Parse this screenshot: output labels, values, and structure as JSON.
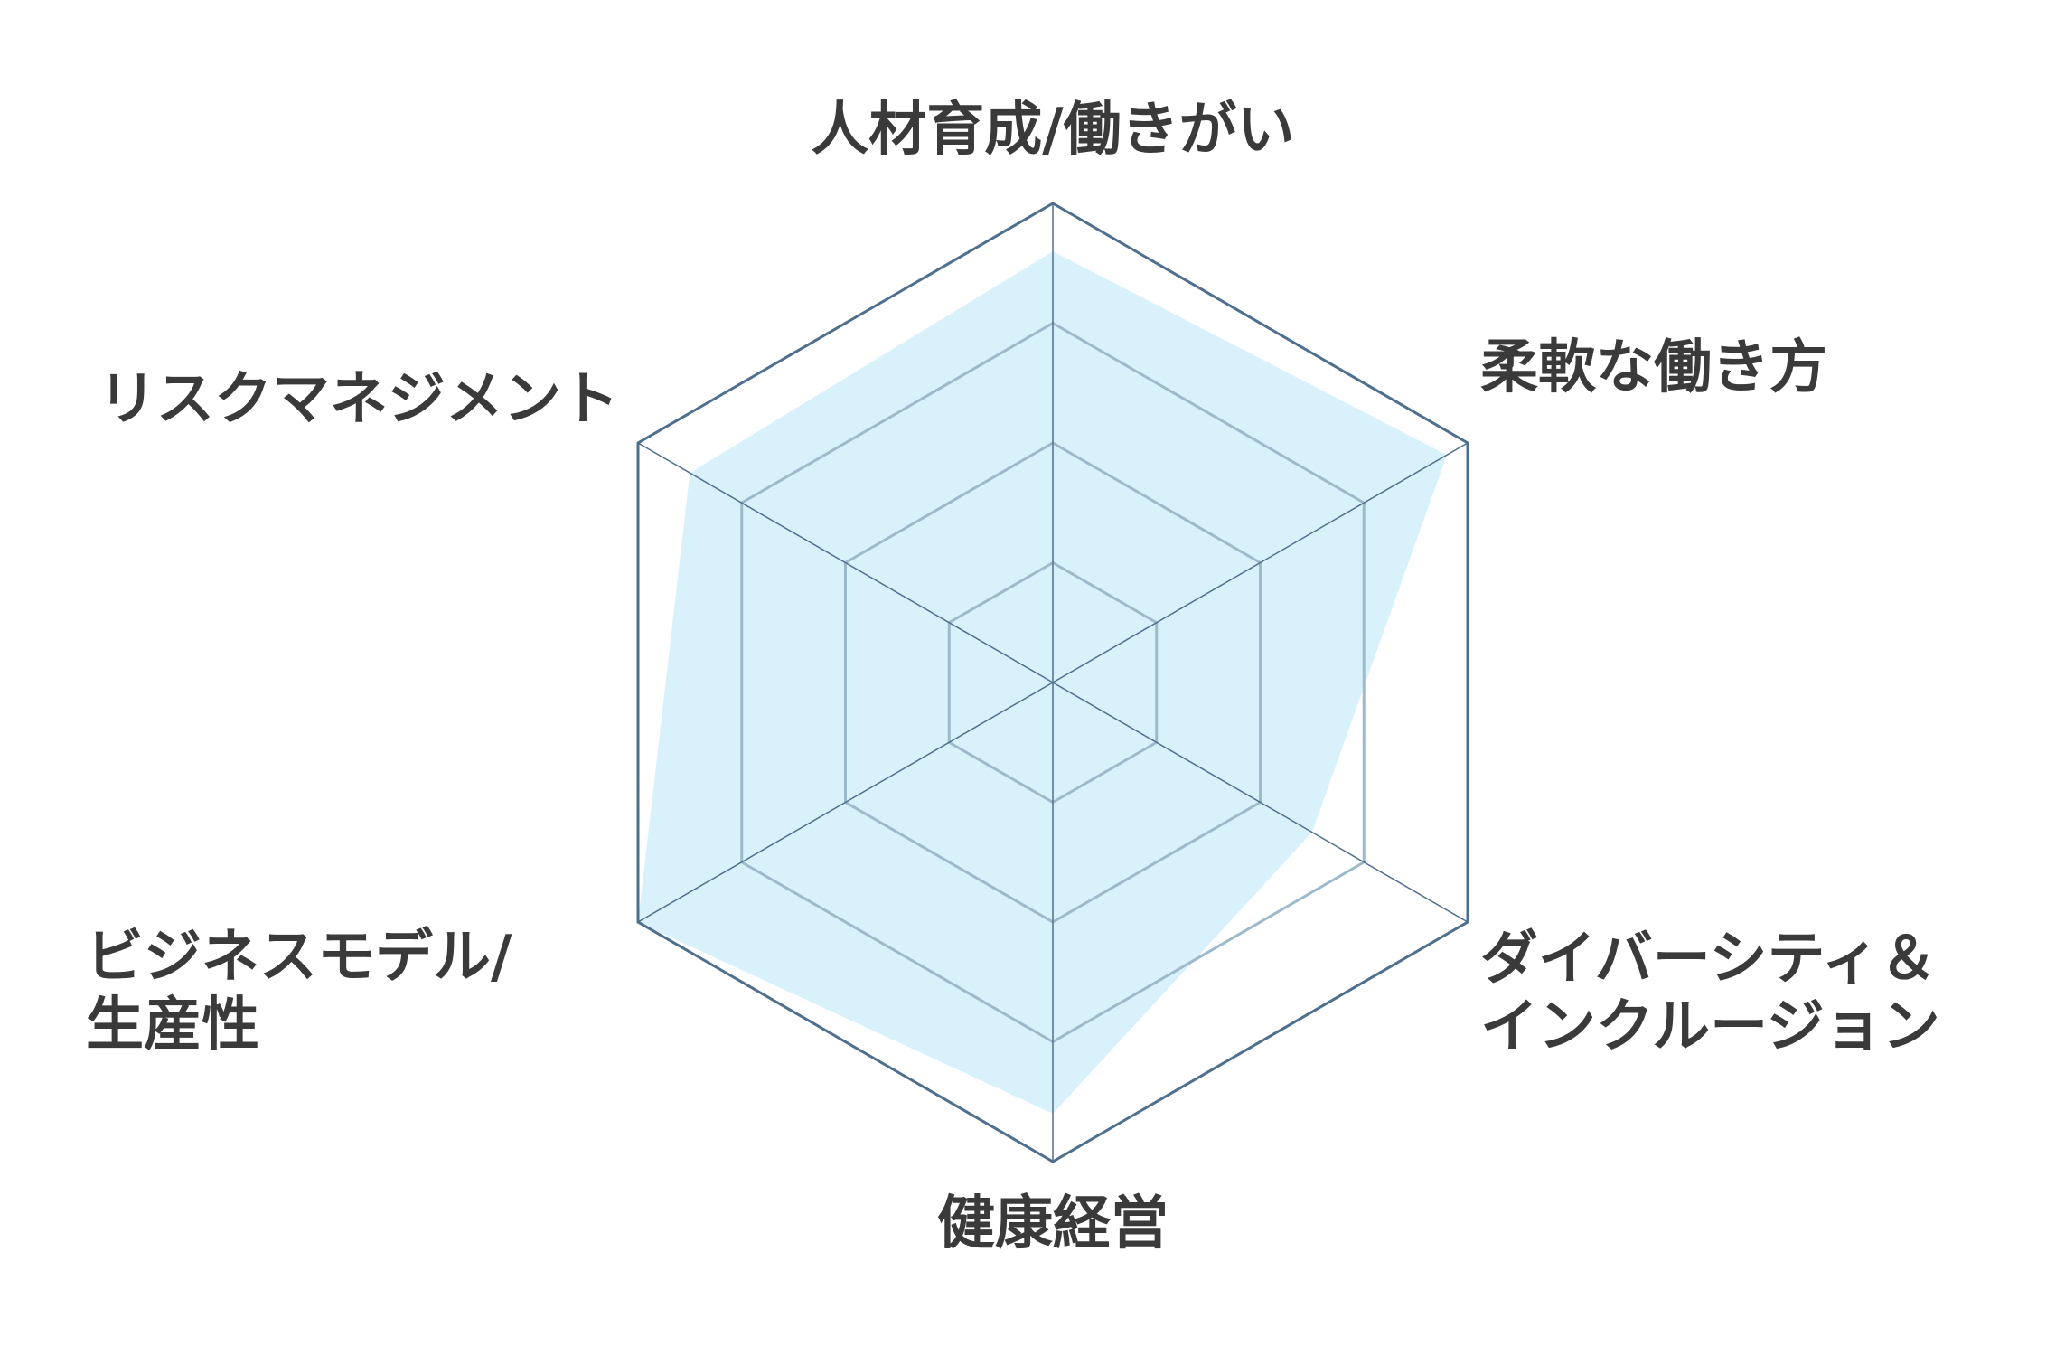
{
  "chart_data": {
    "type": "radar",
    "title": "",
    "axes": [
      {
        "label_lines": [
          "人材育成/働きがい"
        ]
      },
      {
        "label_lines": [
          "柔軟な働き方"
        ]
      },
      {
        "label_lines": [
          "ダイバーシティ＆",
          "インクルージョン"
        ]
      },
      {
        "label_lines": [
          "健康経営"
        ]
      },
      {
        "label_lines": [
          "ビジネスモデル/",
          "生産性"
        ]
      },
      {
        "label_lines": [
          "リスクマネジメント"
        ]
      }
    ],
    "range": [
      0,
      4
    ],
    "grid_levels": [
      1,
      2,
      3,
      4
    ],
    "series": [
      {
        "values": [
          3.6,
          3.8,
          2.5,
          3.6,
          4.0,
          3.5
        ]
      }
    ],
    "colors": {
      "fill": "#d8f1fb",
      "grid": "#9dbacb",
      "outer_grid": "#4f6f8f",
      "spoke": "#4f6f8f",
      "label": "#3a3a3a"
    }
  }
}
